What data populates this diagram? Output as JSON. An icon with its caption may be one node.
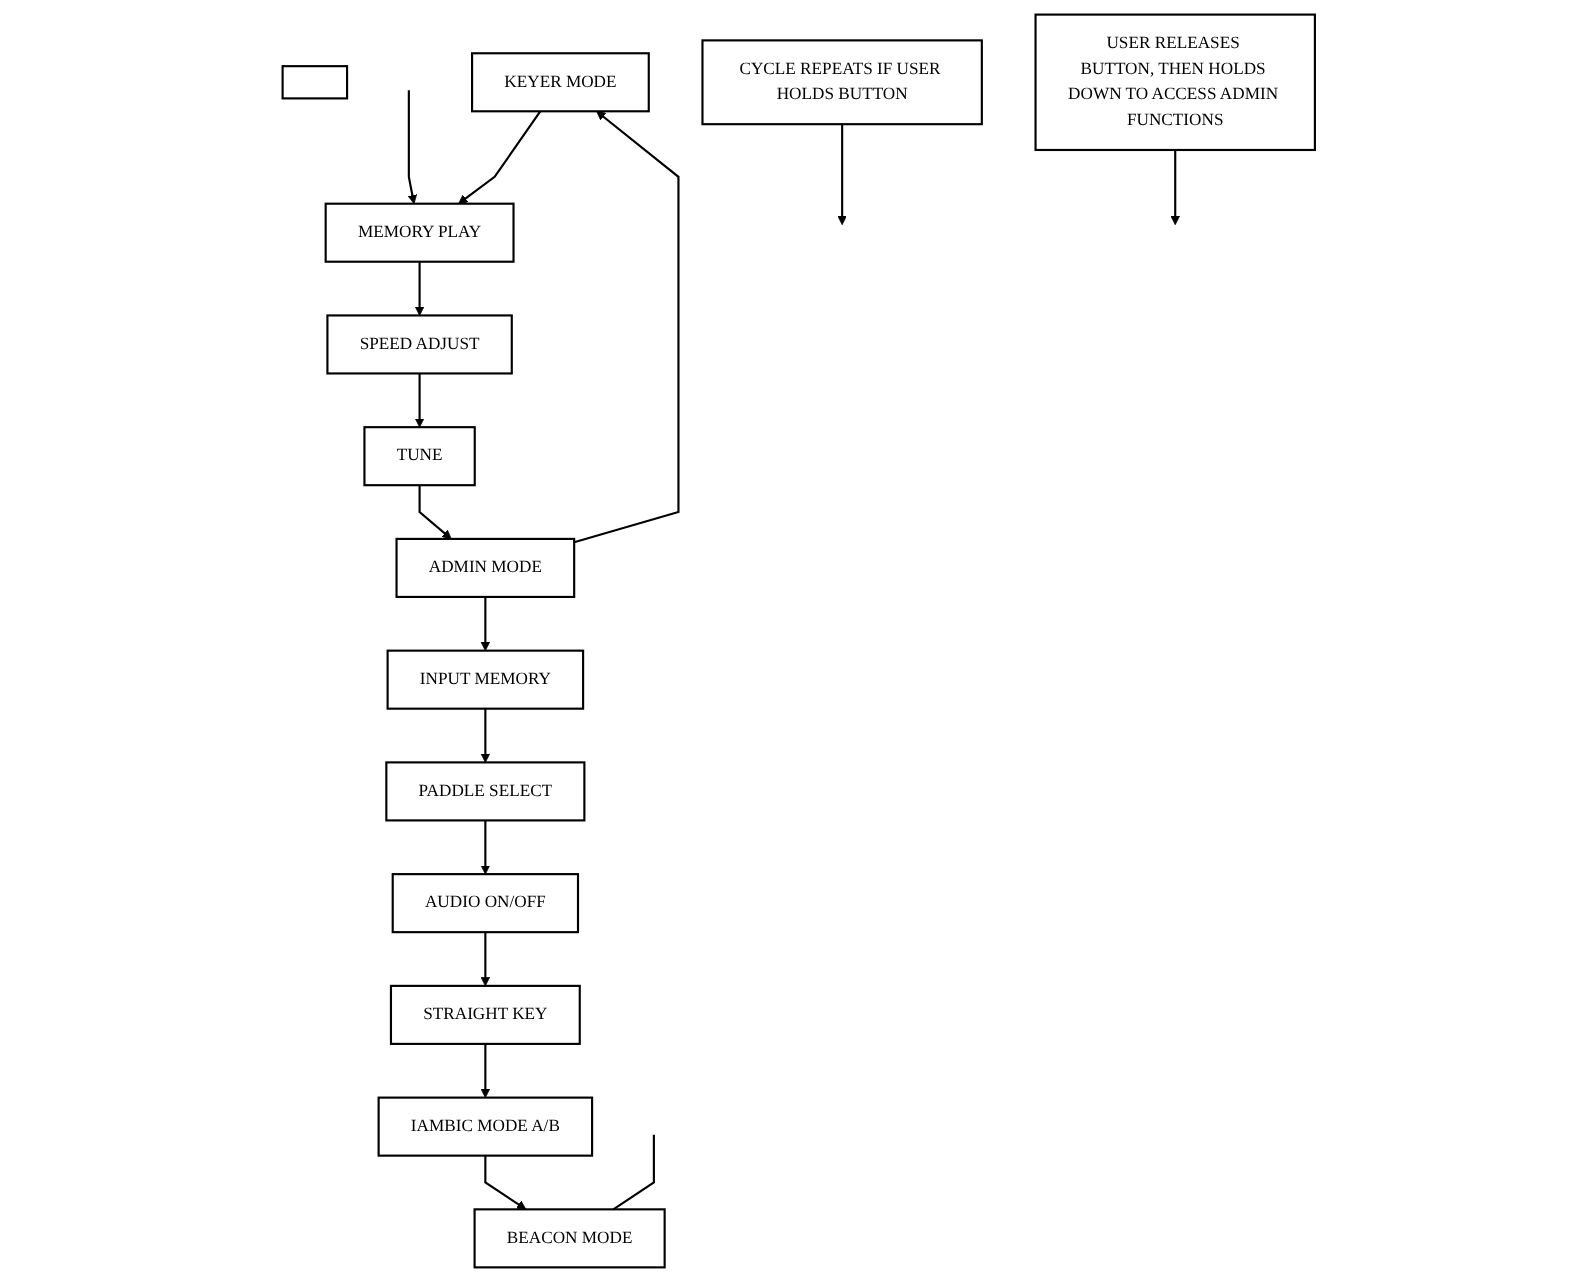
{
  "diagram": {
    "nodes": [
      {
        "text": [],
        "shape": "box"
      },
      {
        "text": [
          "KEYER MODE"
        ]
      },
      {
        "text": [
          "MEMORY PLAY"
        ]
      },
      {
        "text": [
          "SPEED ADJUST"
        ]
      },
      {
        "text": [
          "TUNE"
        ]
      },
      {
        "text": [
          "ADMIN MODE"
        ]
      },
      {
        "text": [
          "CYCLE REPEATS IF USER HOLDS BUTTON"
        ]
      },
      {
        "text": [
          "INPUT MEMORY"
        ]
      },
      {
        "text": [
          "USER RELEASES BUTTON, THEN HOLDS DOWN TO ACCESS ADMIN FUNCTIONS"
        ]
      },
      {
        "text": [
          "PADDLE SELECT"
        ]
      },
      {
        "text": [
          "AUDIO ON/OFF"
        ]
      },
      {
        "text": [
          "STRAIGHT KEY"
        ]
      },
      {
        "text": [
          "IAMBIC MODE A/B"
        ]
      },
      {
        "text": [
          "BEACON MODE"
        ]
      }
    ],
    "edges": [
      {
        "from": 1,
        "to": 2,
        "arrow": "to"
      },
      {
        "from": 2,
        "to": 3,
        "arrow": "to"
      },
      {
        "from": 3,
        "to": 4,
        "arrow": "to"
      },
      {
        "from": 4,
        "to": 5,
        "arrow": "to"
      },
      {
        "from": 5,
        "to": 1,
        "arrow": "to"
      },
      {
        "from": 5,
        "to": 7,
        "arrow": "to"
      },
      {
        "from": 7,
        "to": 9,
        "arrow": "to"
      },
      {
        "from": 9,
        "to": 10,
        "arrow": "to"
      },
      {
        "from": 10,
        "to": 11,
        "arrow": "to"
      },
      {
        "from": 11,
        "to": 12,
        "arrow": "to"
      },
      {
        "from": 12,
        "to": 13,
        "arrow": "to"
      },
      {
        "from": null,
        "to": 2,
        "arrow": "to"
      },
      {
        "from": 6,
        "to": null,
        "arrow": "to"
      },
      {
        "from": 8,
        "to": null,
        "arrow": "to"
      },
      {
        "from": null,
        "to": 13,
        "arrow": "none"
      }
    ]
  }
}
